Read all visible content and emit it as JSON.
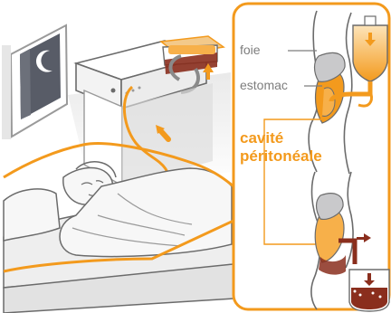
{
  "labels": {
    "liver": "foie",
    "stomach": "estomac",
    "peritoneal_line1": "cavité",
    "peritoneal_line2": "péritonéale"
  },
  "colors": {
    "accent": "#f39a1d",
    "line": "#9a9a9a",
    "text_gray": "#7d7d7d",
    "dialysate": "#f7b04a",
    "waste": "#8a2e1d",
    "liver": "#c9c9cb",
    "skin": "#f7f7f7"
  },
  "icons": {
    "moon": "moon-icon",
    "down_arrow": "down-arrow-icon",
    "right_arrow": "right-arrow-icon",
    "up_arrow": "up-arrow-icon"
  }
}
